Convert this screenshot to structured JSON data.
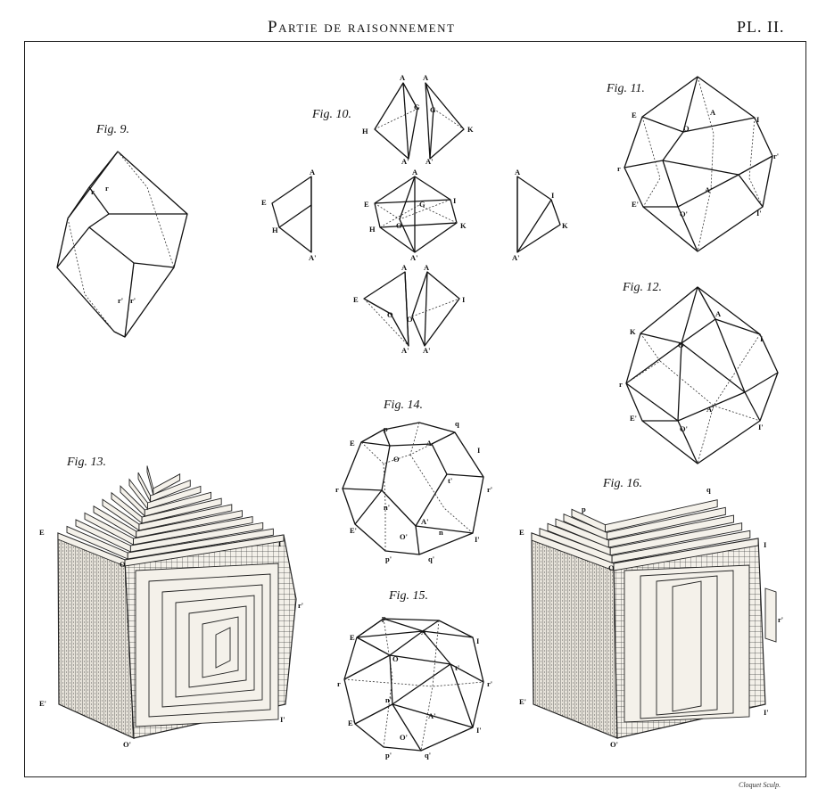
{
  "header": {
    "title": "Partie de raisonnement",
    "plate": "PL. II."
  },
  "credit": "Cloquet Sculp.",
  "figures": {
    "fig9": {
      "label": "Fig. 9.",
      "points": [
        "r",
        "r",
        "r'",
        "r'"
      ]
    },
    "fig10": {
      "label": "Fig. 10.",
      "points": [
        "A",
        "A",
        "G",
        "G",
        "H",
        "K",
        "A'",
        "A'",
        "A",
        "E",
        "H",
        "A'",
        "A",
        "G",
        "E",
        "I",
        "H",
        "O",
        "K",
        "A'",
        "A",
        "I",
        "K",
        "A'",
        "A",
        "A",
        "E",
        "O",
        "O",
        "I",
        "A'",
        "A'"
      ]
    },
    "fig11": {
      "label": "Fig. 11.",
      "points": [
        "E",
        "A",
        "I",
        "O",
        "r",
        "r'",
        "A'",
        "E'",
        "O'",
        "I'"
      ]
    },
    "fig12": {
      "label": "Fig. 12.",
      "points": [
        "K",
        "A",
        "O",
        "I",
        "r",
        "A'",
        "E'",
        "O'",
        "I'"
      ]
    },
    "fig13": {
      "label": "Fig. 13.",
      "points": [
        "E",
        "I",
        "O",
        "r'",
        "E'",
        "O'",
        "I'"
      ]
    },
    "fig14": {
      "label": "Fig. 14.",
      "points": [
        "p",
        "q",
        "E",
        "A",
        "I",
        "O",
        "r",
        "t'",
        "r'",
        "n'",
        "E'",
        "A'",
        "n",
        "O'",
        "I'",
        "p'",
        "q'"
      ]
    },
    "fig15": {
      "label": "Fig. 15.",
      "points": [
        "p",
        "E",
        "A",
        "I",
        "O",
        "r",
        "t'",
        "r'",
        "n'",
        "A'",
        "E'",
        "O'",
        "I'",
        "p'",
        "q'"
      ]
    },
    "fig16": {
      "label": "Fig. 16.",
      "points": [
        "p",
        "q",
        "E",
        "I",
        "O",
        "r'",
        "E'",
        "O'",
        "I'"
      ]
    }
  }
}
